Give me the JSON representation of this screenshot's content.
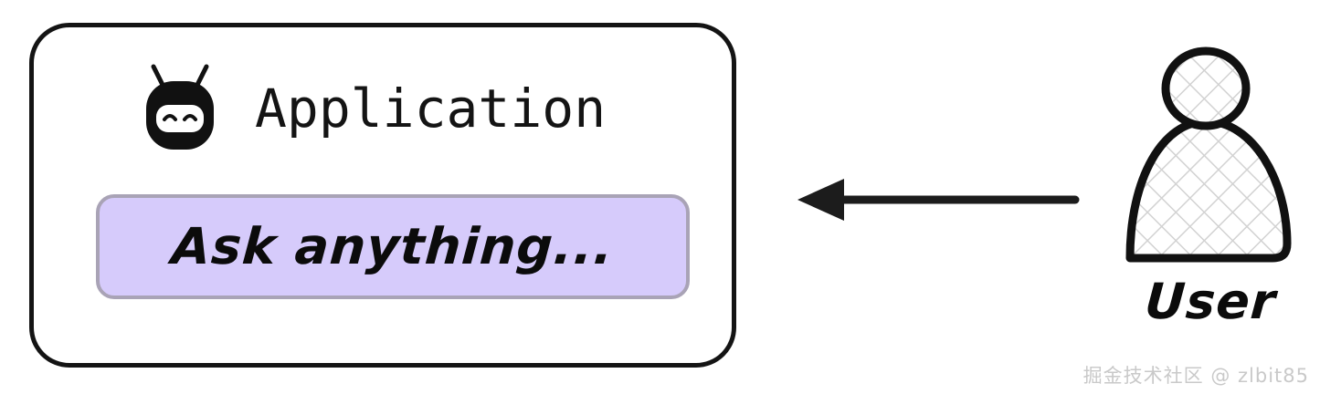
{
  "diagram": {
    "type": "sequence-actor-diagram",
    "background_color": "#ffffff",
    "application": {
      "title": "Application",
      "icon": "robot-icon",
      "border_color": "#141414",
      "background_color": "#ffffff",
      "input": {
        "placeholder": "Ask anything...",
        "fill_color": "#D6CBFB",
        "border_color": "#A9A3B6"
      }
    },
    "connector": {
      "icon": "arrow-left-icon",
      "direction": "left",
      "color": "#1c1c1c",
      "from": "User",
      "to": "Application"
    },
    "actor": {
      "label": "User",
      "icon": "user-actor-icon",
      "outline_color": "#111111",
      "hatch_color": "#d2d2d2"
    }
  },
  "watermark": {
    "text": "掘金技术社区 @ zlbit85",
    "color": "#c9c9c9"
  }
}
